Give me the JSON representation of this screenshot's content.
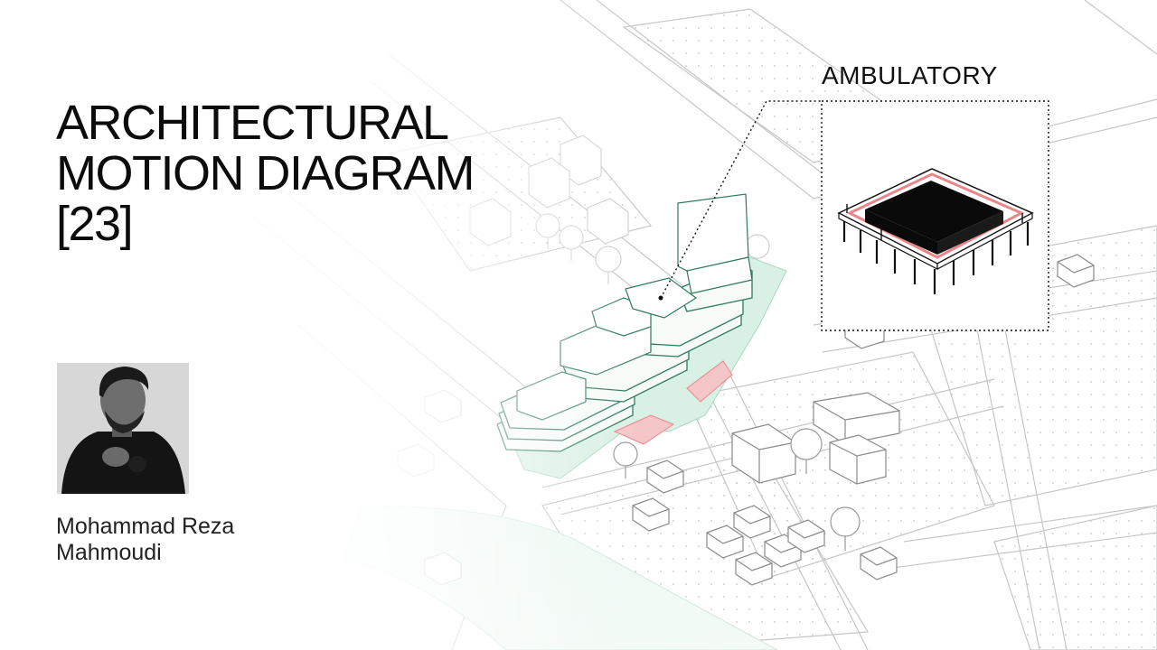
{
  "title": {
    "line1": "ARCHITECTURAL",
    "line2": "MOTION DIAGRAM",
    "line3": "[23]"
  },
  "inset": {
    "label": "AMBULATORY"
  },
  "author": {
    "first_line": "Mohammad Reza",
    "second_line": "Mahmoudi"
  },
  "colors": {
    "accent_red": "#e8868a",
    "accent_green": "#2f7a5a",
    "green_fill": "#d6efe3",
    "line_gray": "#b8b8b8",
    "ink": "#111111"
  }
}
